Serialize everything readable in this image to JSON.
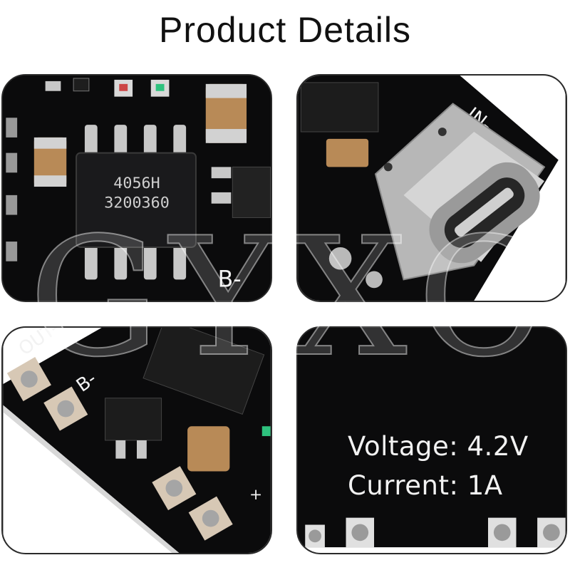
{
  "title": "Product Details",
  "watermark": "GYXC",
  "panels": [
    {
      "id": "chip-closeup",
      "chip_line1": "4056H",
      "chip_line2": "3200360",
      "pad_label": "B-"
    },
    {
      "id": "usb-c-closeup",
      "pin_label": "IN-"
    },
    {
      "id": "pads-closeup",
      "pad_label_out": "OUT-",
      "pad_label_b": "B-",
      "plus_mark": "+"
    },
    {
      "id": "specs-panel",
      "voltage": "Voltage: 4.2V",
      "current": "Current: 1A"
    }
  ],
  "colors": {
    "pcb": "#0b0b0c",
    "silkscreen": "#f2f2f2",
    "solder": "#c8c8c8",
    "capacitor": "#b88a57",
    "led": "#2ec27e"
  }
}
